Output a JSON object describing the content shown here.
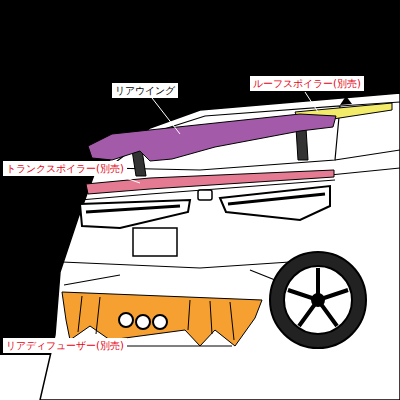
{
  "diagram": {
    "labels": [
      "リアウイング",
      "ルーフスポイラー(別売)",
      "トランクスポイラー(別売)",
      "リアディフューザー(別売)"
    ]
  }
}
